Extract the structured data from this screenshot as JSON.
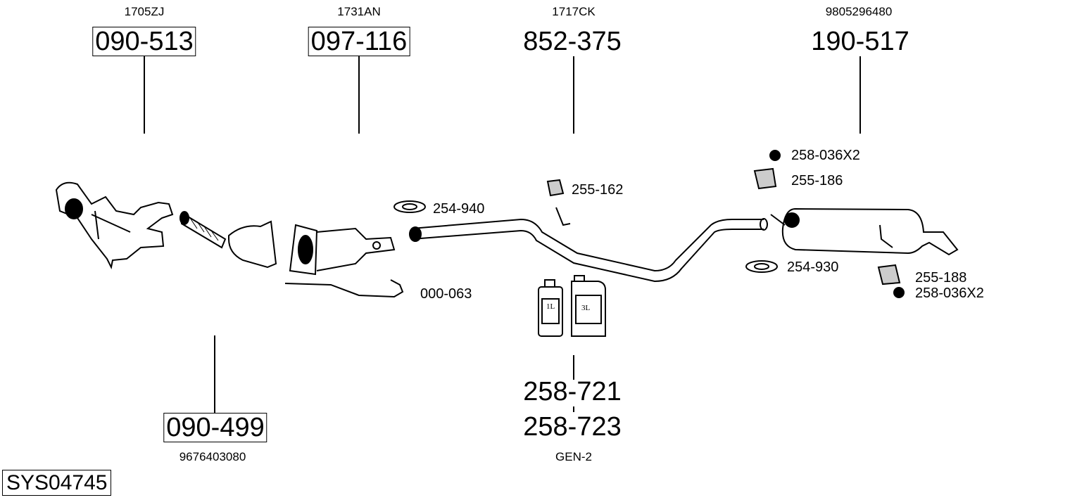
{
  "system_id": "SYS04745",
  "main_parts": [
    {
      "part": "090-513",
      "ref": "1705ZJ",
      "boxed": true
    },
    {
      "part": "097-116",
      "ref": "1731AN",
      "boxed": true
    },
    {
      "part": "852-375",
      "ref": "1717CK",
      "boxed": false
    },
    {
      "part": "190-517",
      "ref": "9805296480",
      "boxed": false
    },
    {
      "part": "090-499",
      "ref": "9676403080",
      "boxed": true
    }
  ],
  "additive": {
    "parts": [
      "258-721",
      "258-723"
    ],
    "ref": "GEN-2",
    "bottles": [
      "1L",
      "3L"
    ]
  },
  "accessories": [
    "254-940",
    "255-162",
    "000-063",
    "258-036X2",
    "255-186",
    "254-930",
    "255-188",
    "258-036X2"
  ]
}
